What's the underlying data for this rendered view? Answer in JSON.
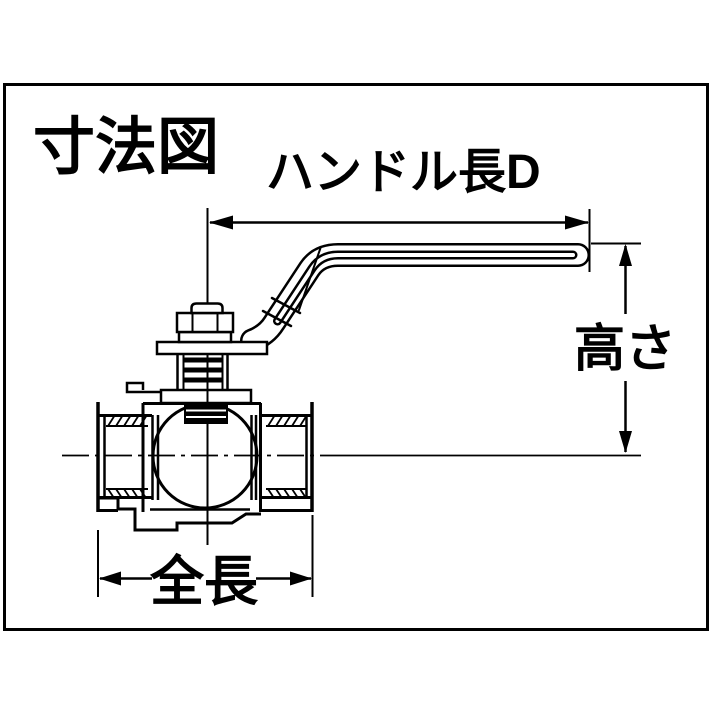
{
  "diagram": {
    "title": "寸法図",
    "labels": {
      "handle_length": "ハンドル長D",
      "height": "高さ",
      "overall_length": "全長"
    },
    "colors": {
      "line": "#000000",
      "background": "#ffffff"
    }
  }
}
